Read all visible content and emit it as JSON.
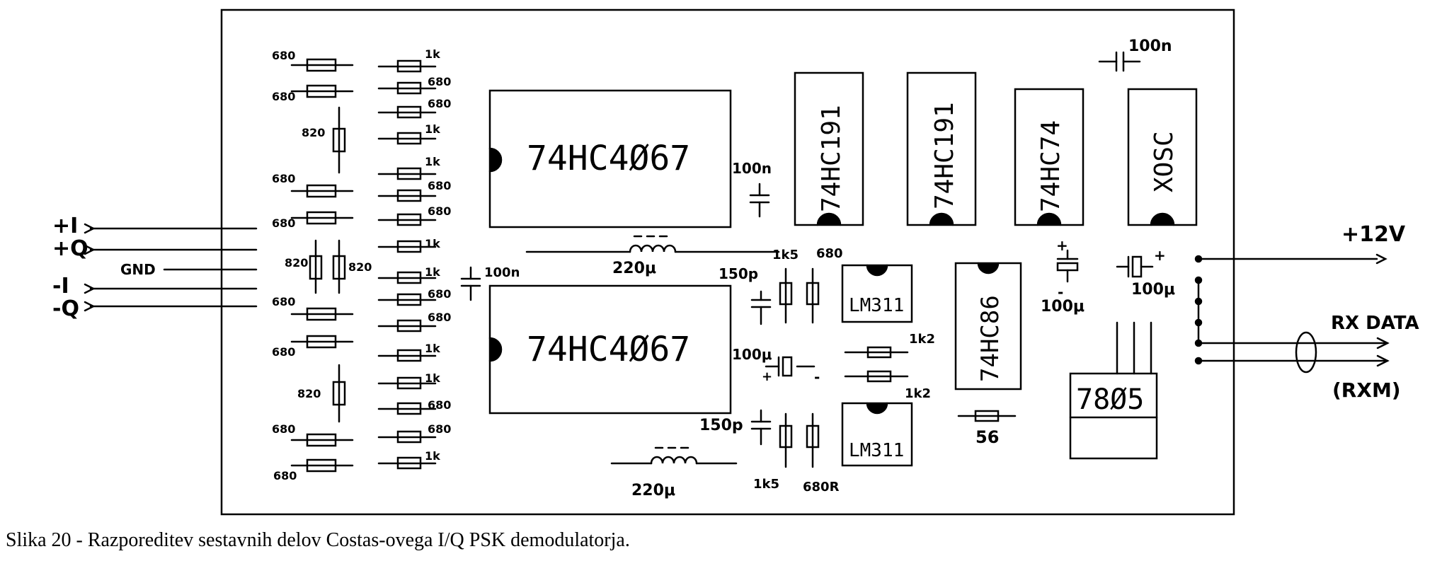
{
  "ports": {
    "plus_i": "+I",
    "plus_q": "+Q",
    "gnd": "GND",
    "minus_i": "-I",
    "minus_q": "-Q",
    "plus_12v": "+12V",
    "rx_data": "RX DATA",
    "rxm": "(RXM)"
  },
  "chips": {
    "mux_top": "74HC4Ø67",
    "mux_bottom": "74HC4Ø67",
    "counter_1": "74HC191",
    "counter_2": "74HC191",
    "flipflop": "74HC74",
    "oscillator": "XOSC",
    "xor": "74HC86",
    "comparator_1": "LM311",
    "comparator_2": "LM311",
    "regulator": "78Ø5"
  },
  "left_bank_labels": [
    "680",
    "680",
    "820",
    "680",
    "680",
    "820",
    "820",
    "680",
    "680",
    "820",
    "680",
    "680"
  ],
  "right_bank_labels": [
    "1k",
    "680",
    "680",
    "1k",
    "1k",
    "680",
    "680",
    "1k",
    "1k",
    "680",
    "680",
    "1k",
    "1k",
    "680",
    "680",
    "1k"
  ],
  "parts": {
    "cap_100n_top": "100n",
    "cap_100n_mid": "100n",
    "cap_100n_left": "100n",
    "inductor_top": "220μ",
    "inductor_bottom": "220μ",
    "res_1k5_top": "1k5",
    "res_680_top": "680",
    "cap_150p_top": "150p",
    "cap_150p_bottom": "150p",
    "res_1k5_bottom": "1k5",
    "res_680_bottom": "680R",
    "elco_100u_mid": "100μ",
    "res_1k2_a": "1k2",
    "res_1k2_b": "1k2",
    "res_56": "56",
    "elco_100u_left": "100μ",
    "elco_100u_right": "100μ",
    "elco_plus": "+",
    "elco_minus": "-"
  },
  "caption": "Slika 20 - Razporeditev sestavnih delov Costas-ovega I/Q PSK demodulatorja."
}
